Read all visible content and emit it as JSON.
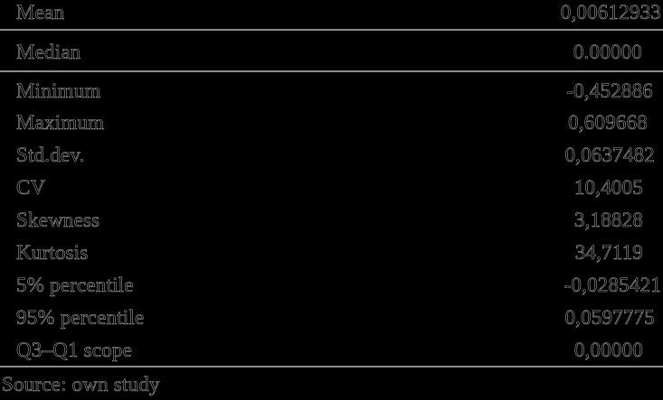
{
  "table": {
    "rows": [
      {
        "label": "Mean",
        "value": "0,00612933"
      },
      {
        "label": "Median",
        "value": "0.00000"
      },
      {
        "label": "Minimum",
        "value": "-0,452886"
      },
      {
        "label": "Maximum",
        "value": "0,609668"
      },
      {
        "label": "Std.dev.",
        "value": "0,0637482"
      },
      {
        "label": "CV",
        "value": "10,4005"
      },
      {
        "label": "Skewness",
        "value": "3,18828"
      },
      {
        "label": "Kurtosis",
        "value": "34,7119"
      },
      {
        "label": "5% percentile",
        "value": "-0,0285421"
      },
      {
        "label": "95% percentile",
        "value": "0,0597775"
      },
      {
        "label": "Q3–Q1 scope",
        "value": "0,00000"
      }
    ]
  },
  "footer": {
    "source": "Source: own study"
  },
  "colors": {
    "background": "#000000",
    "rule": "#8c8c8c",
    "text_outline": "#9a9a9a"
  }
}
